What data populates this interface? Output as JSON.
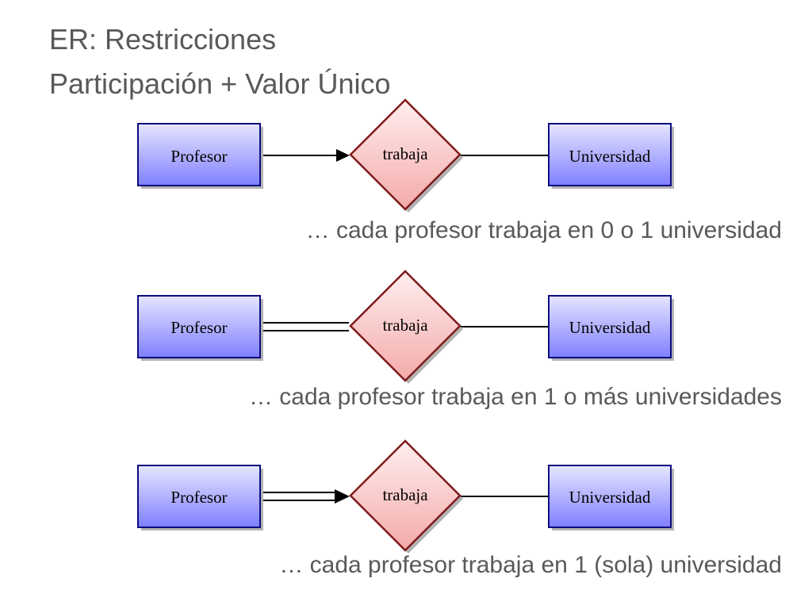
{
  "slide": {
    "title_line1": "ER: Restricciones",
    "title_line2": "Participación + Valor Único"
  },
  "colors": {
    "entity_fill_light": "#e6e6ff",
    "entity_fill_dark": "#7f7fff",
    "entity_border": "#0c0c80",
    "relationship_fill_light": "#ffeeee",
    "relationship_fill_dark": "#f4aaaa",
    "relationship_border": "#7f1a1a",
    "text": "#595959"
  },
  "diagrams": [
    {
      "entity_left": "Profesor",
      "relationship": "trabaja",
      "entity_right": "Universidad",
      "left_connector": "single-arrow",
      "caption": "… cada profesor trabaja en 0 o 1 universidad"
    },
    {
      "entity_left": "Profesor",
      "relationship": "trabaja",
      "entity_right": "Universidad",
      "left_connector": "double-line",
      "caption": "… cada profesor trabaja en 1 o más universidades"
    },
    {
      "entity_left": "Profesor",
      "relationship": "trabaja",
      "entity_right": "Universidad",
      "left_connector": "double-arrow",
      "caption": "… cada profesor trabaja en 1 (sola) universidad"
    }
  ]
}
